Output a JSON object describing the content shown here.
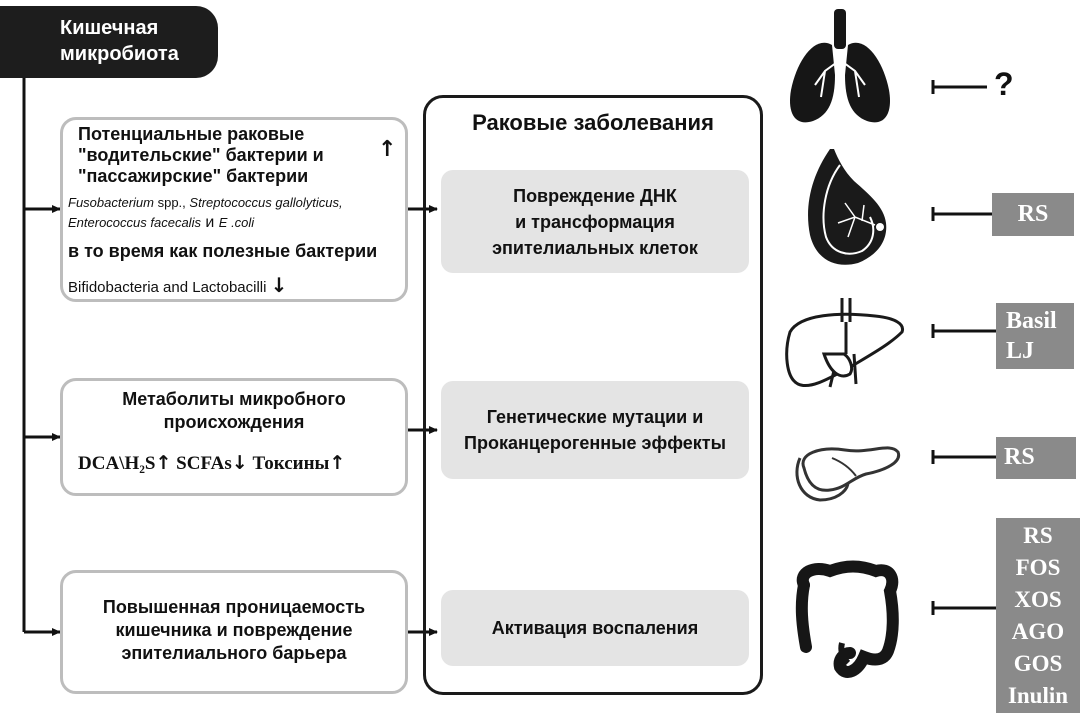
{
  "title": "Кишечная микробиота",
  "box1": {
    "line1": "Потенциальные раковые",
    "line2": "\"водительские\" бактерии и",
    "line3": "\"пассажирские\" бактерии",
    "species1": "Fusobacterium",
    "species1_suffix": " spp., ",
    "species2": "Streptococcus gallolyticus,",
    "species3": "Enterococcus facecalis",
    "and_word": " и ",
    "species4": "E .coli",
    "benefit_text": "в то время как полезные бактерии",
    "beneficial": "Bifidobacteria and Lactobacilli",
    "up_arrow": "↑",
    "down_arrow": "↓"
  },
  "box2": {
    "line1": "Метаболиты микробного",
    "line2": "происхождения",
    "m1": "DCA\\H₂S",
    "m1_arrow": "↑",
    "m2": "SCFAs",
    "m2_arrow": "↓",
    "m3": "Токсины",
    "m3_arrow": "↑"
  },
  "box3": {
    "line1": "Повышенная проницаемость",
    "line2": "кишечника и повреждение",
    "line3": "эпителиального барьера"
  },
  "cancer": {
    "title": "Раковые заболевания",
    "effect1": [
      "Повреждение ДНК",
      "и трансформация",
      "эпителиальных клеток"
    ],
    "effect2": [
      "Генетические мутации и",
      "Проканцерогенные эффекты"
    ],
    "effect3": [
      "Активация воспаления"
    ]
  },
  "organs": [
    {
      "icon": "lungs-icon",
      "label": [
        "?"
      ]
    },
    {
      "icon": "breast-icon",
      "label": [
        "RS"
      ]
    },
    {
      "icon": "liver-icon",
      "label": [
        "Basil",
        "LJ"
      ]
    },
    {
      "icon": "pancreas-icon",
      "label": [
        "RS"
      ]
    },
    {
      "icon": "colon-icon",
      "label": [
        "RS",
        "FOS",
        "XOS",
        "AGO",
        "GOS",
        "Inulin"
      ]
    }
  ],
  "colors": {
    "dark": "#1d1d1d",
    "box_border": "#bdbdbd",
    "effect_bg": "#e4e4e4",
    "label_bg": "#8a8a8a"
  }
}
